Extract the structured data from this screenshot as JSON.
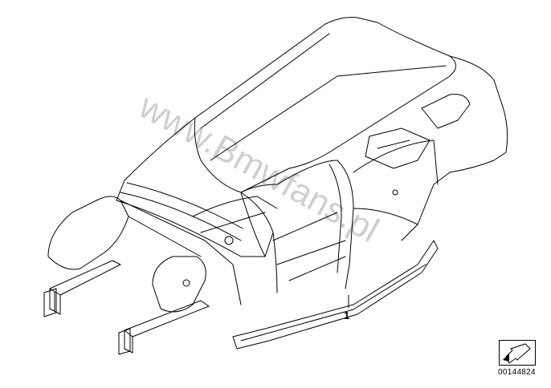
{
  "diagram": {
    "part_number": "1",
    "image_id": "00144824",
    "watermark": "www.Bmwfans.pl",
    "colors": {
      "line": "#000000",
      "background": "#ffffff",
      "watermark": "#a0a0a0"
    },
    "icons": {
      "reference_arrow": "arrow-down-left-icon"
    }
  }
}
